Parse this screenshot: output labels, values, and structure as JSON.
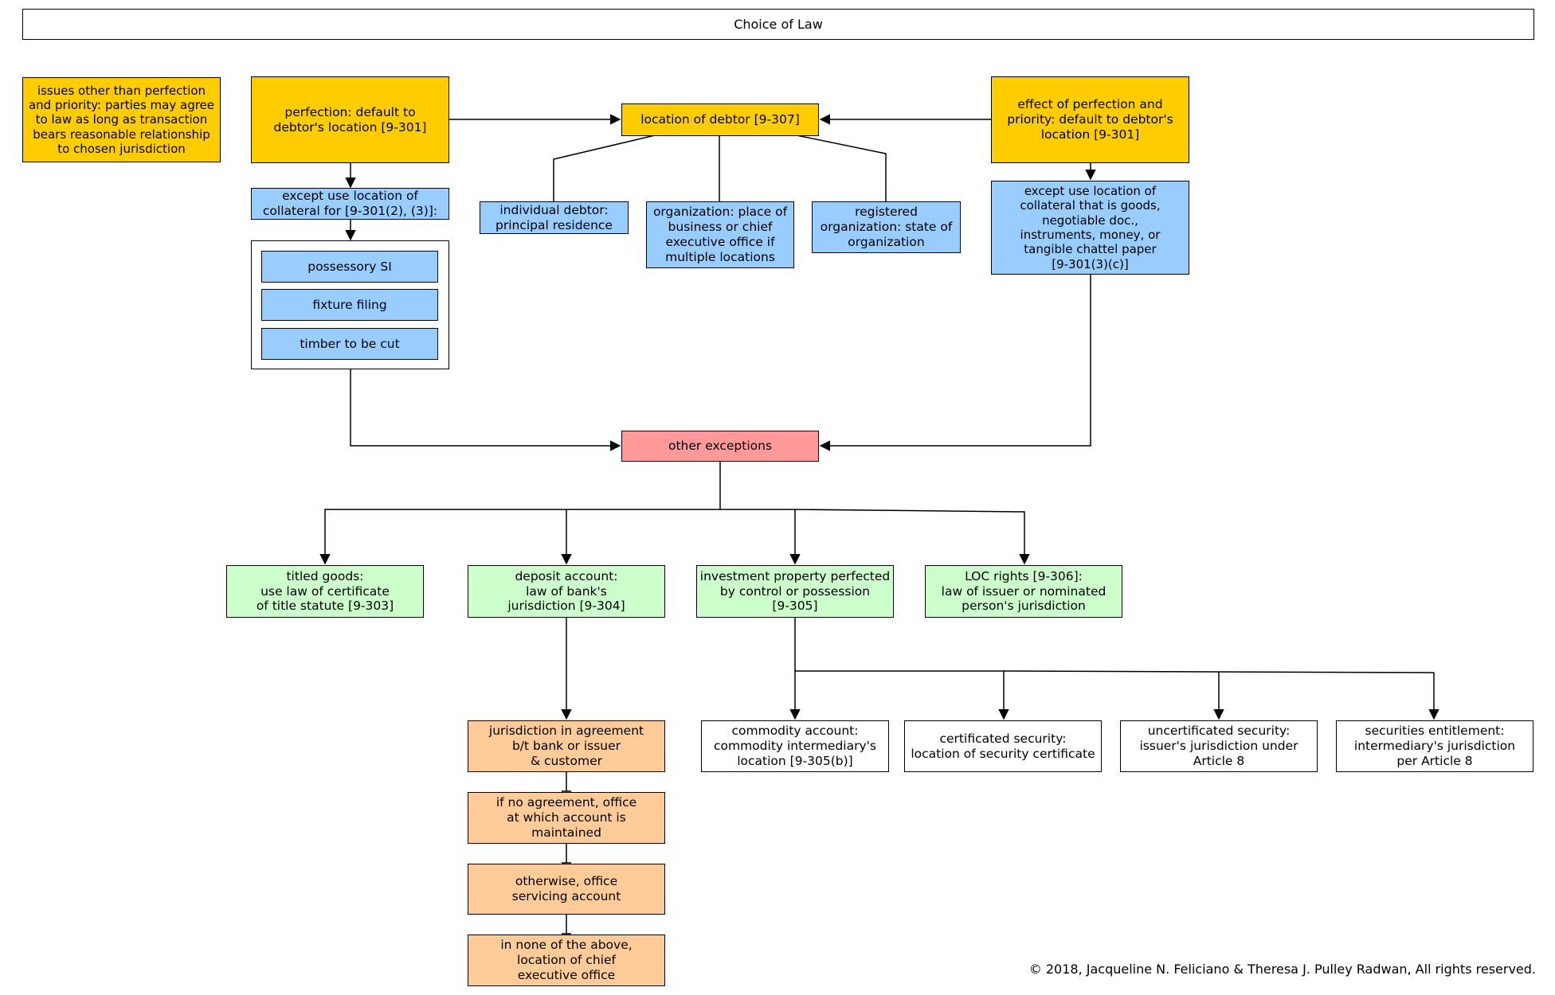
{
  "title": "Choice of Law",
  "nodes": {
    "issues_other": "issues other than perfection\nand priority: parties may agree\nto law as long as transaction\nbears reasonable relationship\nto chosen jurisdiction",
    "perfection_default": "perfection: default to\ndebtor's location [9-301]",
    "location_of_debtor": "location of debtor [9-307]",
    "effect_of_perfection": "effect of perfection and\npriority: default to debtor's\nlocation [9-301]",
    "except_collateral_301": "except use location of\ncollateral for [9-301(2), (3)]:",
    "possessory_si": "possessory SI",
    "fixture_filing": "fixture filing",
    "timber": "timber to be cut",
    "individual_debtor": "individual debtor:\nprincipal residence",
    "organization": "organization: place of\nbusiness or chief\nexecutive office if\nmultiple locations",
    "registered_org": "registered\norganization: state of\norganization",
    "except_goods": "except use location of\ncollateral that is goods,\nnegotiable doc.,\ninstruments, money, or\ntangible chattel paper\n[9-301(3)(c)]",
    "other_exceptions": "other exceptions",
    "titled_goods": "titled goods:\nuse law of certificate\nof title statute [9-303]",
    "deposit_account": "deposit account:\nlaw of bank's\njurisdiction [9-304]",
    "investment_property": "investment property perfected\nby control or possession\n[9-305]",
    "loc_rights": "LOC rights [9-306]:\nlaw of issuer or nominated\nperson's jurisdiction",
    "jurisdiction_agreement": "jurisdiction in agreement\nb/t bank or issuer\n& customer",
    "no_agreement": "if no agreement, office\nat which account is maintained",
    "otherwise_office": "otherwise, office\nservicing account",
    "none_above": "in none of the above,\nlocation of chief\nexecutive office",
    "commodity_account": "commodity account:\ncommodity intermediary's\nlocation [9-305(b)]",
    "certificated_security": "certificated security:\nlocation of security certificate",
    "uncertificated_security": "uncertificated security:\nissuer's jurisdiction under\nArticle 8",
    "securities_entitlement": "securities entitlement:\nintermediary's jurisdiction\nper Article 8"
  },
  "copyright": "© 2018, Jacqueline N. Feliciano & Theresa J. Pulley Radwan, All rights reserved.",
  "colors": {
    "yellow": "#ffcc00",
    "blue": "#99ccff",
    "green": "#ccffcc",
    "red": "#ff999a",
    "orange": "#ffcc99"
  }
}
